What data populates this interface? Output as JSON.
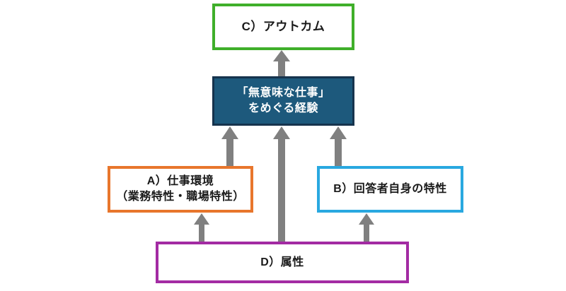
{
  "diagram": {
    "title": "",
    "background_color": "#ffffff",
    "arrow_color": "#808080",
    "nodes": [
      {
        "id": "outcome",
        "label": "C）アウトカム",
        "lines": [
          "C）アウトカム"
        ],
        "border_color": "#3faf2a",
        "fill_color": "#ffffff",
        "text_color": "#1a1a1a"
      },
      {
        "id": "core",
        "label": "「無意味な仕事」をめぐる経験",
        "lines": [
          "「無意味な仕事」",
          "をめぐる経験"
        ],
        "border_color": "#16334d",
        "fill_color": "#1d597c",
        "text_color": "#ffffff"
      },
      {
        "id": "work_env",
        "label": "A）仕事環境（業務特性・職場特性）",
        "lines": [
          "A）仕事環境",
          "（業務特性・職場特性）"
        ],
        "border_color": "#e8762c",
        "fill_color": "#ffffff",
        "text_color": "#1a1a1a"
      },
      {
        "id": "respondent",
        "label": "B）回答者自身の特性",
        "lines": [
          "B）回答者自身の特性"
        ],
        "border_color": "#29a8e0",
        "fill_color": "#ffffff",
        "text_color": "#1a1a1a"
      },
      {
        "id": "attributes",
        "label": "D）属性",
        "lines": [
          "D）属性"
        ],
        "border_color": "#a32ba3",
        "fill_color": "#ffffff",
        "text_color": "#1a1a1a"
      }
    ],
    "edges": [
      {
        "id": "core-to-outcome",
        "from": "core",
        "to": "outcome",
        "direction": "up"
      },
      {
        "id": "work-env-to-core",
        "from": "work_env",
        "to": "core",
        "direction": "up"
      },
      {
        "id": "attributes-to-core",
        "from": "attributes",
        "to": "core",
        "direction": "up"
      },
      {
        "id": "respondent-to-core",
        "from": "respondent",
        "to": "core",
        "direction": "up"
      },
      {
        "id": "attributes-to-work-env",
        "from": "attributes",
        "to": "work_env",
        "direction": "up"
      },
      {
        "id": "attributes-to-respondent",
        "from": "attributes",
        "to": "respondent",
        "direction": "up"
      }
    ]
  }
}
